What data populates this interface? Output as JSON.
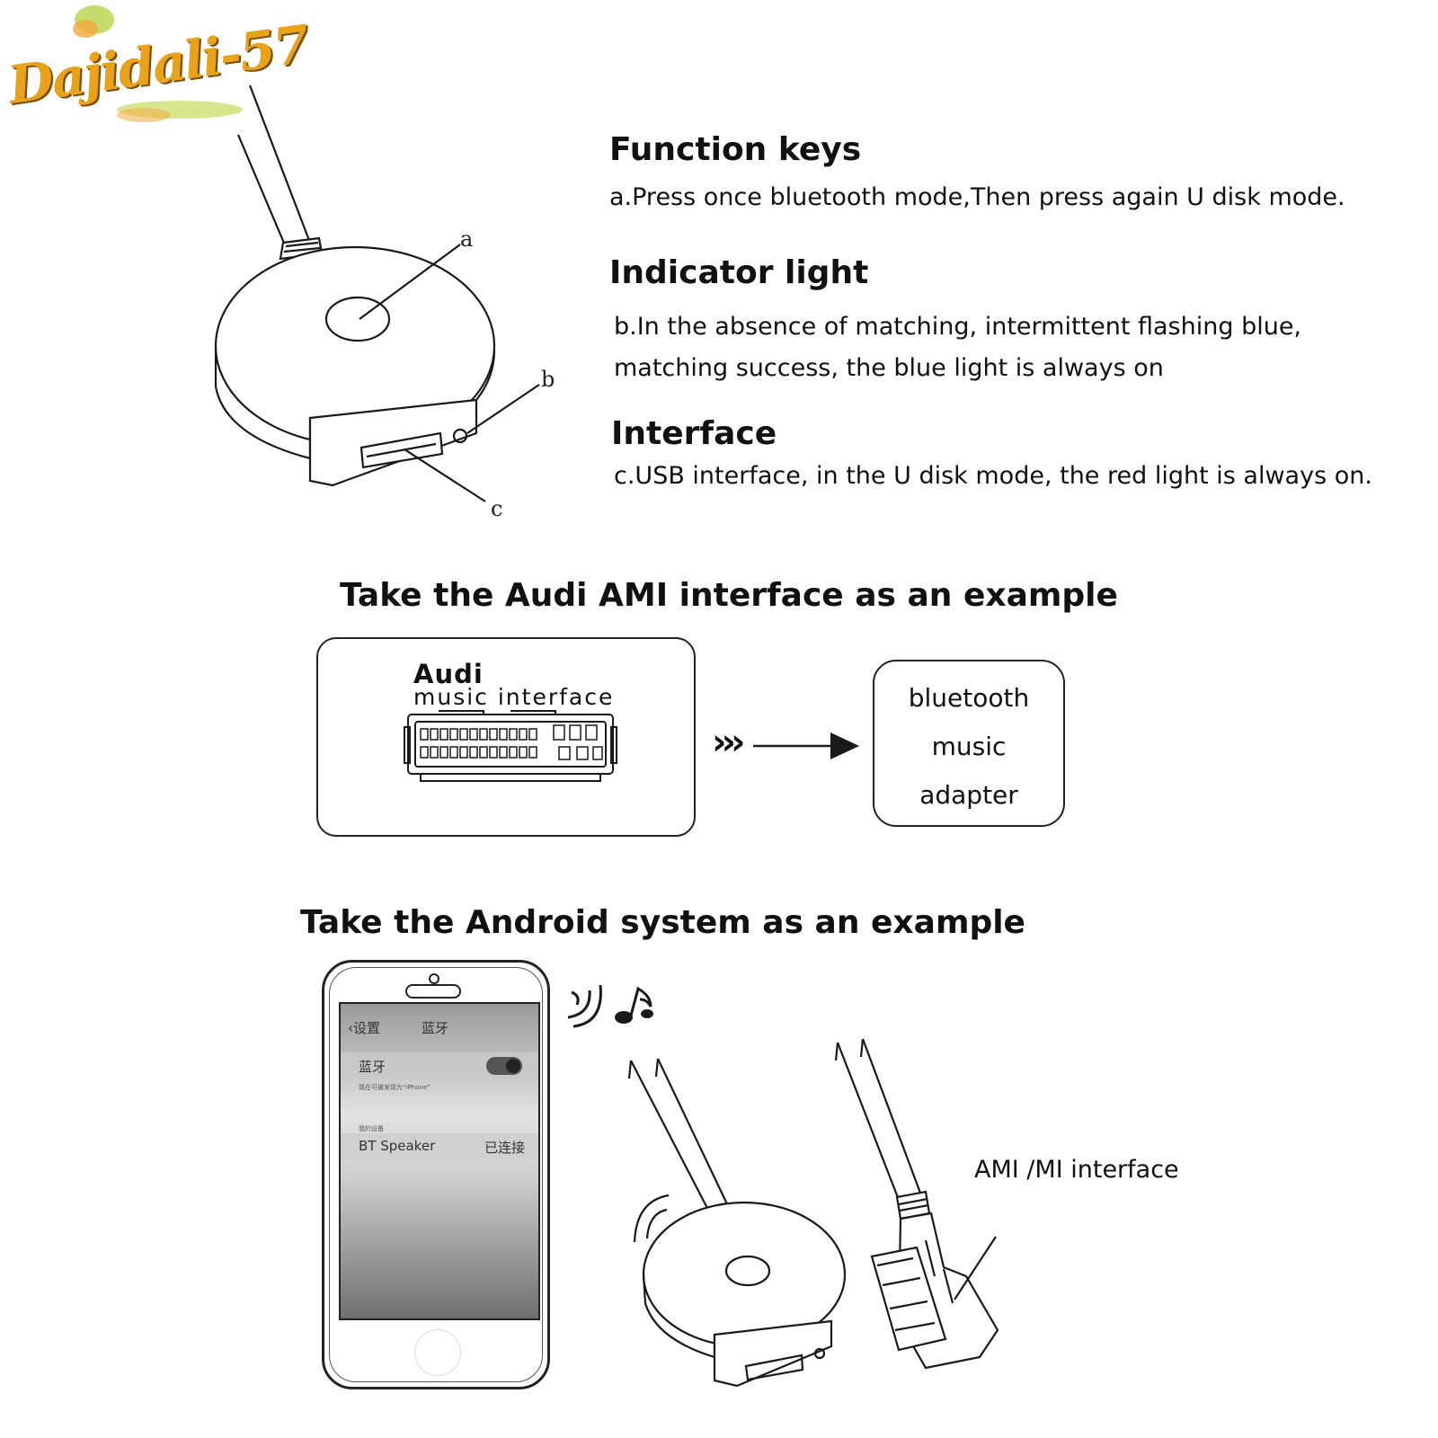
{
  "logo": {
    "text": "Dajidali-57"
  },
  "device_labels": {
    "a": "a",
    "b": "b",
    "c": "c"
  },
  "sections": {
    "function_keys": {
      "title": "Function keys",
      "text": "a.Press once bluetooth mode,Then press again U disk mode."
    },
    "indicator_light": {
      "title": "Indicator light",
      "line1": "b.In the absence of matching, intermittent flashing blue,",
      "line2": "matching success, the blue light is always on"
    },
    "interface": {
      "title": "Interface",
      "text": "c.USB interface, in the U disk mode, the red light is always on."
    }
  },
  "audi_example": {
    "heading": "Take the Audi AMI interface as an example",
    "connector_title": "Audi",
    "connector_subtitle": "music interface",
    "arrow_symbol": "›››",
    "adapter_lines": [
      "bluetooth",
      "music",
      "adapter"
    ]
  },
  "android_example": {
    "heading": "Take the Android system as an example",
    "phone": {
      "back_label": "‹设置",
      "header_title": "蓝牙",
      "bluetooth_label": "蓝牙",
      "visible_hint": "现在可被发现为“iPhone”",
      "devices_header": "我的设备",
      "device_name": "BT Speaker",
      "device_status": "已连接"
    },
    "ami_label": "AMI /MI interface"
  },
  "colors": {
    "line": "#1a1a1a",
    "logo": "#e8a317",
    "toggle": "#444444"
  }
}
